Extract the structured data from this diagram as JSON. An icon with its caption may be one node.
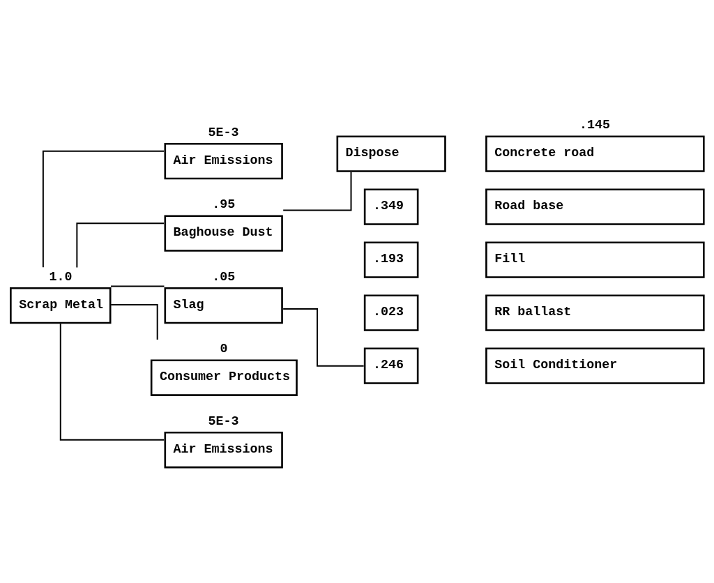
{
  "diagram": {
    "nodes": [
      {
        "text": [
          "Scrap Metal"
        ],
        "beside": [
          "1.0"
        ]
      },
      {
        "text": [
          "Air Emissions"
        ],
        "beside": [
          "5E-3"
        ]
      },
      {
        "text": [
          "Slag"
        ],
        "beside": [
          ".05"
        ]
      },
      {
        "text": [
          "Baghouse Dust"
        ],
        "beside": [
          ".95"
        ]
      },
      {
        "text": [
          "Consumer Products"
        ],
        "beside": [
          "0"
        ]
      },
      {
        "text": [
          "Air Emissions"
        ],
        "beside": [
          "5E-3"
        ]
      },
      {
        "text": [
          "Dispose"
        ]
      },
      {
        "text": [
          ".349"
        ]
      },
      {
        "text": [
          ".193"
        ]
      },
      {
        "text": [
          ".023"
        ]
      },
      {
        "text": [
          ".246"
        ]
      },
      {
        "text": [
          "Concrete road"
        ],
        "beside": [
          ".145"
        ]
      },
      {
        "text": [
          "Road base"
        ]
      },
      {
        "text": [
          "Fill"
        ]
      },
      {
        "text": [
          "RR ballast"
        ]
      },
      {
        "text": [
          "Soil Conditioner"
        ]
      }
    ],
    "edges": [
      {
        "from": 0,
        "to": 1,
        "arrow": "none"
      },
      {
        "from": 0,
        "to": 2,
        "arrow": "none"
      },
      {
        "from": 0,
        "to": 3,
        "arrow": "none"
      },
      {
        "from": 0,
        "to": 4,
        "arrow": "none"
      },
      {
        "from": 0,
        "to": 5,
        "arrow": "none"
      },
      {
        "from": 3,
        "to": 6,
        "arrow": "none"
      },
      {
        "from": 2,
        "to": 10,
        "arrow": "none"
      }
    ]
  }
}
